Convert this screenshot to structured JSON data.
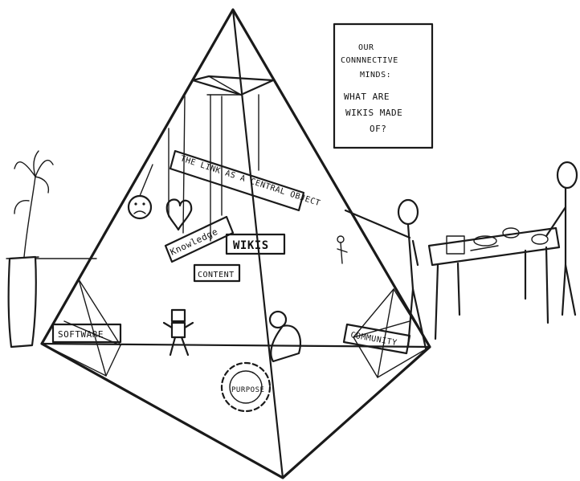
{
  "poster": {
    "line1": "OUR",
    "line2": "CONNNECTIVE",
    "line3": "MINDS:",
    "line4": "WHAT ARE",
    "line5": "WIKIS MADE",
    "line6": "OF?"
  },
  "labels": {
    "central_object": "THE LINK AS A CENTRAL OBJECT",
    "knowledge": "Knowledge",
    "wikis": "WIKIS",
    "content": "CONTENT",
    "software": "SOFTWARE",
    "community": "COMMUNITY",
    "purpose": "PURPOSE"
  },
  "colors": {
    "ink": "#1a1a1a",
    "paper": "#ffffff"
  }
}
